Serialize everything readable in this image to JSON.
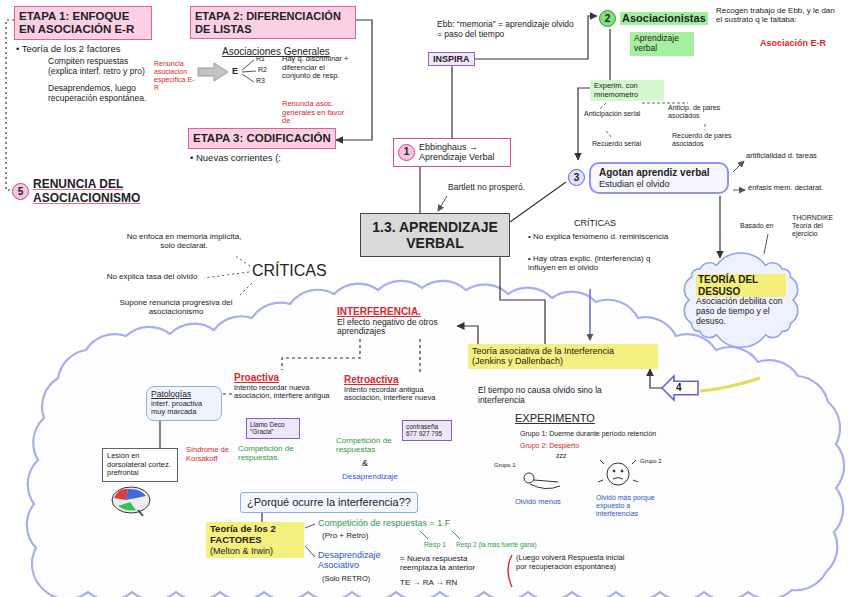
{
  "diagram": {
    "nodes": [
      {
        "text": [
          "ETAPA 1: ENFOQUE EN ASOCIACIÓN E-R"
        ]
      },
      {
        "text": [
          "ETAPA 2: DIFERENCIACIÓN DE LISTAS"
        ]
      },
      {
        "text": [
          "ETAPA 3: CODIFICACIÓN"
        ]
      },
      {
        "text": [
          "5",
          "RENUNCIA DEL ASOCIACIONISMO"
        ]
      },
      {
        "text": [
          "INSPIRA"
        ]
      },
      {
        "text": [
          "2",
          "Asociacionistas"
        ]
      },
      {
        "text": [
          "Aprendizaje verbal"
        ]
      },
      {
        "text": [
          "Experim. con mnemometro"
        ]
      },
      {
        "text": [
          "1",
          "Ebbinghaus → Aprendizaje Verbal"
        ]
      },
      {
        "text": [
          "3",
          "Agotan aprendiz verbal",
          "Estudian el olvido"
        ]
      },
      {
        "text": [
          "1.3. APRENDIZAJE VERBAL"
        ]
      },
      {
        "text": [
          "TEORÍA DEL DESUSO",
          "Asociación debilita con paso de tiempo y el desuso."
        ]
      },
      {
        "text": [
          "INTERFERENCIA.",
          "El efecto negativo de otros aprendizajes"
        ]
      },
      {
        "text": [
          "Teoría asociativa de la Interferencia",
          "(Jenkins y Dallenbach)"
        ]
      },
      {
        "text": [
          "4"
        ]
      },
      {
        "text": [
          "Proactiva",
          "Intento recordar nueva asociación, interfiere antigua"
        ]
      },
      {
        "text": [
          "Retroactiva",
          "Intento recordar antigua asociación, interfiere nueva"
        ]
      },
      {
        "text": [
          "Patologías",
          "interf. proactiva muy marcada"
        ]
      },
      {
        "text": [
          "Llamo Deco “Gracia”"
        ]
      },
      {
        "text": [
          "contraseña",
          "677 927 795"
        ]
      },
      {
        "text": [
          "Lesión en dorsolateral cortez. prefrontal"
        ]
      },
      {
        "text": [
          "¿Porqué ocurre la interferencia??"
        ]
      },
      {
        "text": [
          "Teoría de los 2 FACTORES",
          "(Melton & Irwin)"
        ]
      }
    ],
    "edges": [
      {
        "from": 0,
        "to": 3,
        "arrow": "none"
      },
      {
        "from": 1,
        "to": 2,
        "arrow": "to"
      },
      {
        "from": 4,
        "to": 8,
        "arrow": "none"
      },
      {
        "from": 4,
        "to": 5,
        "arrow": "to"
      },
      {
        "from": 5,
        "to": 7,
        "arrow": "none"
      },
      {
        "from": 7,
        "to": 9,
        "arrow": "to"
      },
      {
        "from": 10,
        "to": 8,
        "arrow": "none"
      },
      {
        "from": 10,
        "to": 9,
        "arrow": "none"
      },
      {
        "from": 9,
        "to": 11,
        "arrow": "to"
      },
      {
        "from": 10,
        "to": 13,
        "arrow": "none"
      },
      {
        "from": 13,
        "to": 12,
        "arrow": "to"
      },
      {
        "from": 14,
        "to": 13,
        "arrow": "to"
      },
      {
        "from": 12,
        "to": 15,
        "arrow": "none"
      },
      {
        "from": 12,
        "to": 16,
        "arrow": "none"
      },
      {
        "from": 15,
        "to": 17,
        "arrow": "none"
      },
      {
        "from": 17,
        "to": 20,
        "arrow": "none"
      },
      {
        "from": 21,
        "to": 22,
        "arrow": "none"
      }
    ],
    "labels": [
      "• Teoría de los 2 factores",
      "Compiten respuestas (explica interf. retro y pro)",
      "Desaprendemos, luego recuperación espontánea.",
      "Asociaciones Generales",
      "E",
      "R1",
      "R2",
      "R3",
      "Hay q. discriminar + diferenciar el conjunto de resp.",
      "Renuncia asociación específica E-R",
      "Renuncia asoc. generales en favor de",
      "• Nuevas corrientes (:",
      "No enfoca en memoria implícita, solo declarat.",
      "CRÍTICAS",
      "No explica tasa del olvido",
      "Supone renuncia progresiva del asociacionismo",
      "Ebb: “memoria” = aprendizaje olvido = paso del tiempo",
      "Recogen trabajo de Ebb, y le dan el sustrato q le faltaba:",
      "Asociación E-R",
      "Anticipación serial",
      "Anticip. de pares asociados",
      "Recuerdo serial",
      "Recuerdo de pares asociados",
      "Bartlett no prosperó.",
      "artificialidad d. tareas",
      "énfasis mem. declarat.",
      "Basado en",
      "THORNDIKE Teoría del ejercicio",
      "CRÍTICAS",
      "• No explica fenómeno d. reminiscencia",
      "• Hay otras explic. (interferencia) q influyen en el olvido",
      "El tiempo no causa olvido sino la interferencia",
      "EXPERIMENTO",
      "Grupo 1: Duerme durante período retención",
      "Grupo 2: Despierto",
      "Grupo 1",
      "Grupo 2",
      "Olvidó menos",
      "Olvidó más porque expuesto a interferencias",
      "Competición de respuestas",
      "Competición de respuestas",
      "&",
      "Desaprendizaje",
      "Síndrome de Korsakoff",
      "Competición de respuestas = 1 F",
      "(Pro + Retro)",
      "Resp 1",
      "Resp 2 (la más fuerte gana)",
      "Desaprendizaje Asociativo",
      "(Solo RETRO)",
      "= Nueva respuesta reemplaza la anterior",
      "TE → RA → RN",
      "(Luego volverá Respuesta inicial por recuperación espontánea)",
      "zzz"
    ]
  }
}
